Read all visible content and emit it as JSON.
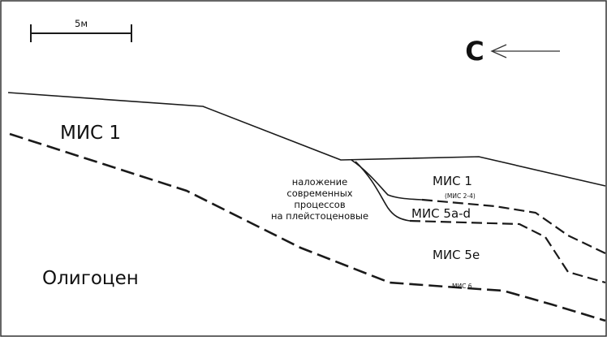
{
  "scale_bar": {
    "label": "5м"
  },
  "direction": {
    "letter": "С"
  },
  "labels": {
    "mis1_left": "МИС 1",
    "oligocene": "Олигоцен",
    "overlap": [
      "наложение",
      "современных",
      "процессов",
      "на плейстоценовые"
    ],
    "mis1_right": "МИС 1",
    "mis2_4": "(МИС 2-4)",
    "mis5ad": "МИС 5a-d",
    "mis5e": "МИС 5e",
    "mis6": "МИС 6"
  }
}
